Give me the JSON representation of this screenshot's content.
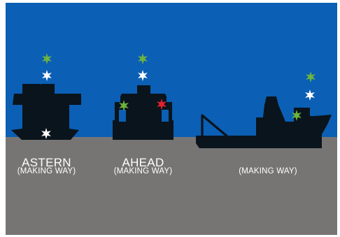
{
  "colors": {
    "sky": "#0b5fb4",
    "sea": "#777574",
    "hull": "#0a141c",
    "light_white": "#ffffff",
    "light_green": "#6cb33f",
    "light_red": "#e8202e",
    "caption_text": "#ffffff"
  },
  "vessels": [
    {
      "id": "astern",
      "label": "ASTERN",
      "sublabel": "(MAKING WAY)",
      "lights": [
        "green masthead",
        "white masthead",
        "white stern"
      ]
    },
    {
      "id": "ahead",
      "label": "AHEAD",
      "sublabel": "(MAKING WAY)",
      "lights": [
        "green masthead",
        "white masthead",
        "green sidelight",
        "red sidelight"
      ]
    },
    {
      "id": "side",
      "label": "",
      "sublabel": "(MAKING WAY)",
      "lights": [
        "green masthead",
        "white masthead",
        "green sidelight"
      ]
    }
  ]
}
